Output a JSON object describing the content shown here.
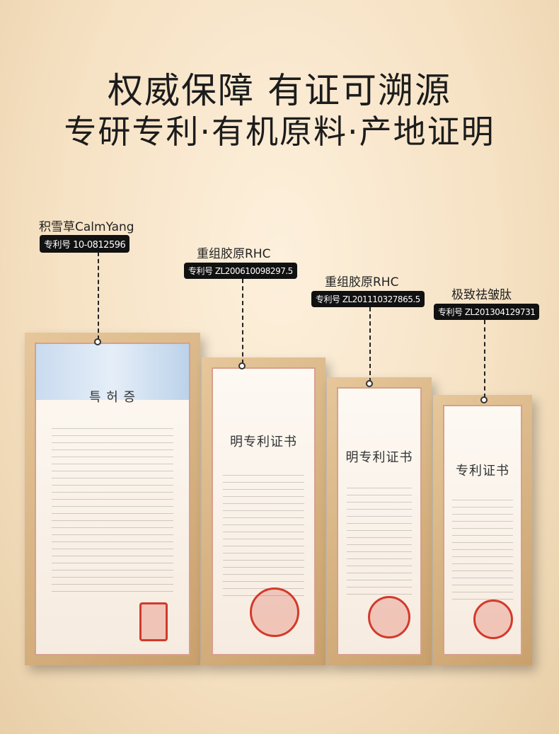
{
  "headline": {
    "line1": "权威保障  有证可溯源",
    "line2": "专研专利·有机原料·产地证明"
  },
  "certificates": [
    {
      "name": "积雪草CalmYang",
      "patent": "专利号 10-0812596",
      "doc_title": "특 허 증"
    },
    {
      "name": "重组胶原RHC",
      "patent": "专利号 ZL200610098297.5",
      "doc_title": "明专利证书"
    },
    {
      "name": "重组胶原RHC",
      "patent": "专利号 ZL201110327865.5",
      "doc_title": "明专利证书"
    },
    {
      "name": "极致祛皱肽",
      "patent": "专利号 ZL201304129731",
      "doc_title": "专利证书"
    }
  ],
  "colors": {
    "frame": "#d9b585",
    "badge": "#111111",
    "seal": "#d23a2b"
  }
}
